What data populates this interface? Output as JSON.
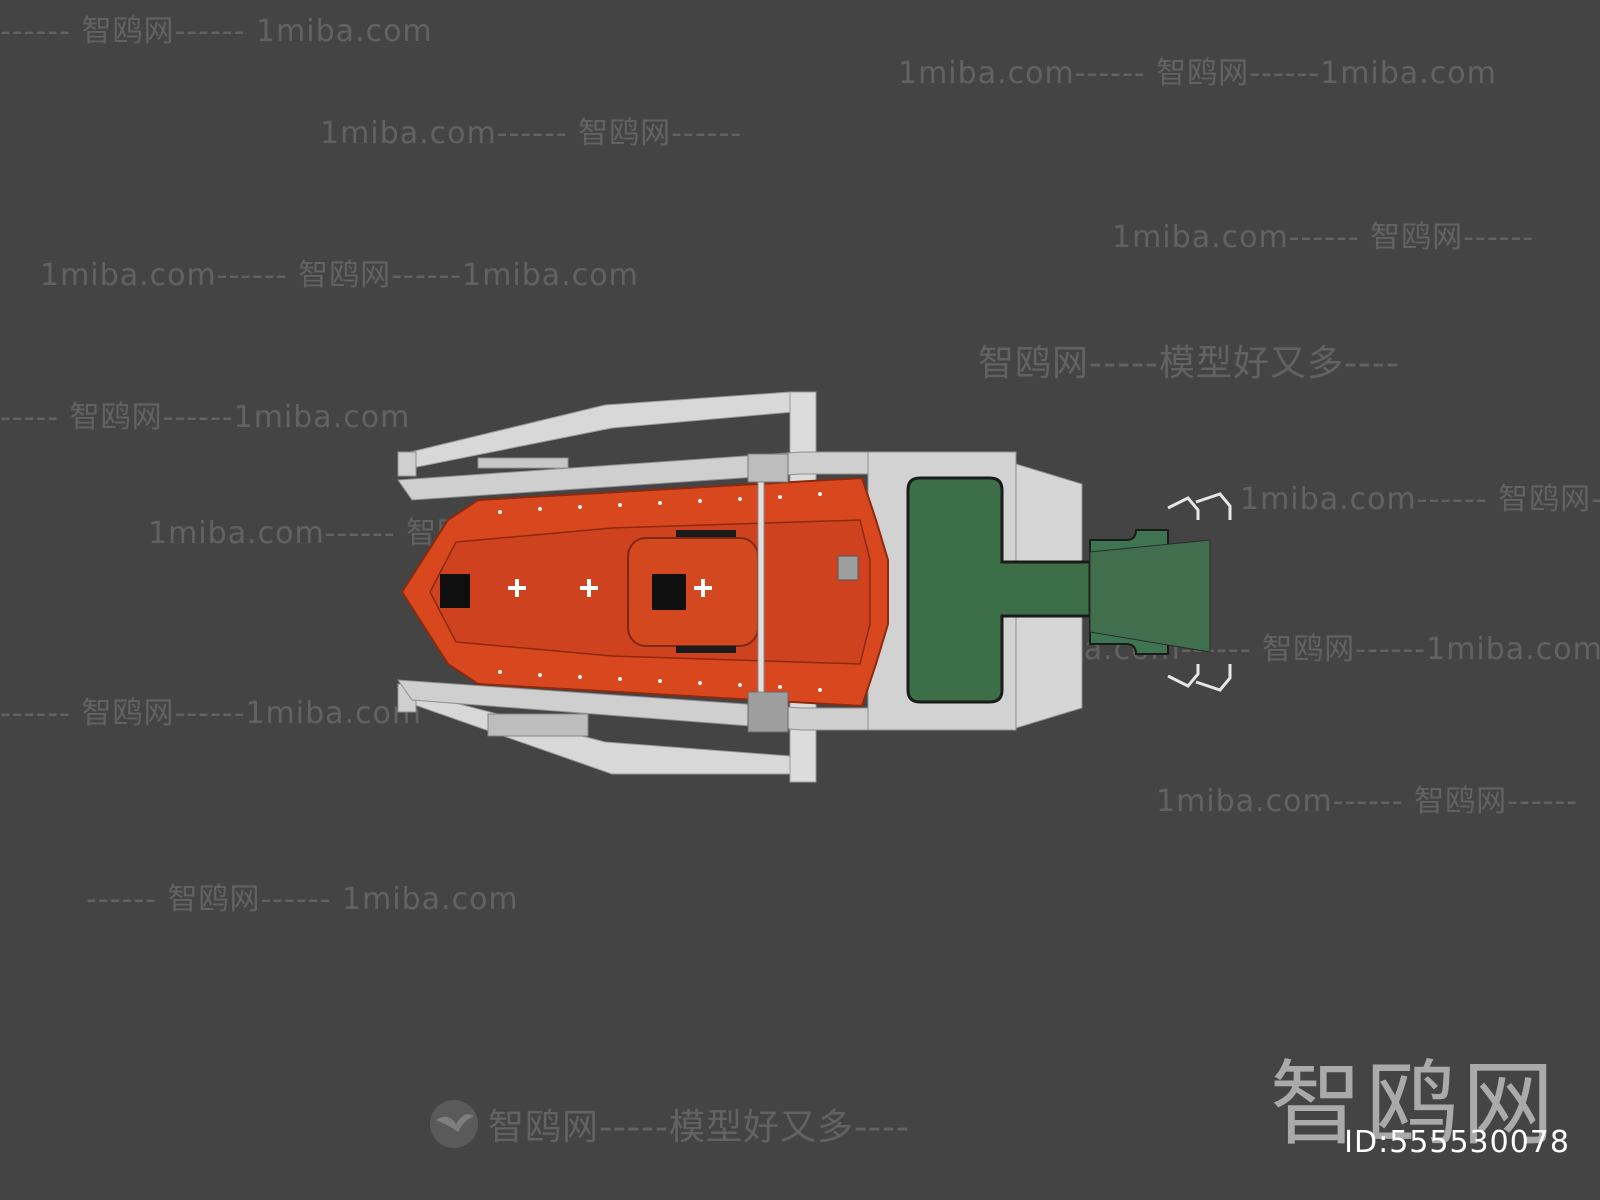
{
  "watermarks": {
    "w1": "------ 智鸥网------  1miba.com",
    "w2": "1miba.com------ 智鸥网------1miba.com",
    "w3": "1miba.com------ 智鸥网------",
    "w4": "1miba.com------ 智鸥网------",
    "w5": "1miba.com------ 智鸥网------1miba.com",
    "w6": "智鸥网-----模型好又多----",
    "w7": "----- 智鸥网------1miba.com",
    "w8": "1miba.com------ 智鸥网------",
    "w9": "1miba.com------ 智鸥网-",
    "w10": "1miba.com------ 智鸥网------1miba.com",
    "w11": "------ 智鸥网------1miba.com",
    "w12": "1miba.com------ 智鸥网------",
    "w13": "------ 智鸥网------ 1miba.com",
    "w14": "智鸥网-----模型好又多----"
  },
  "brand": {
    "logo_text": "智鸥网",
    "id_label": "ID:555530078",
    "bird_icon": "gull-logo-icon"
  },
  "colors": {
    "background": "#444444",
    "boat_hull": "#d9471e",
    "frame": "#d6d6d6",
    "deck": "#3c6e48"
  }
}
